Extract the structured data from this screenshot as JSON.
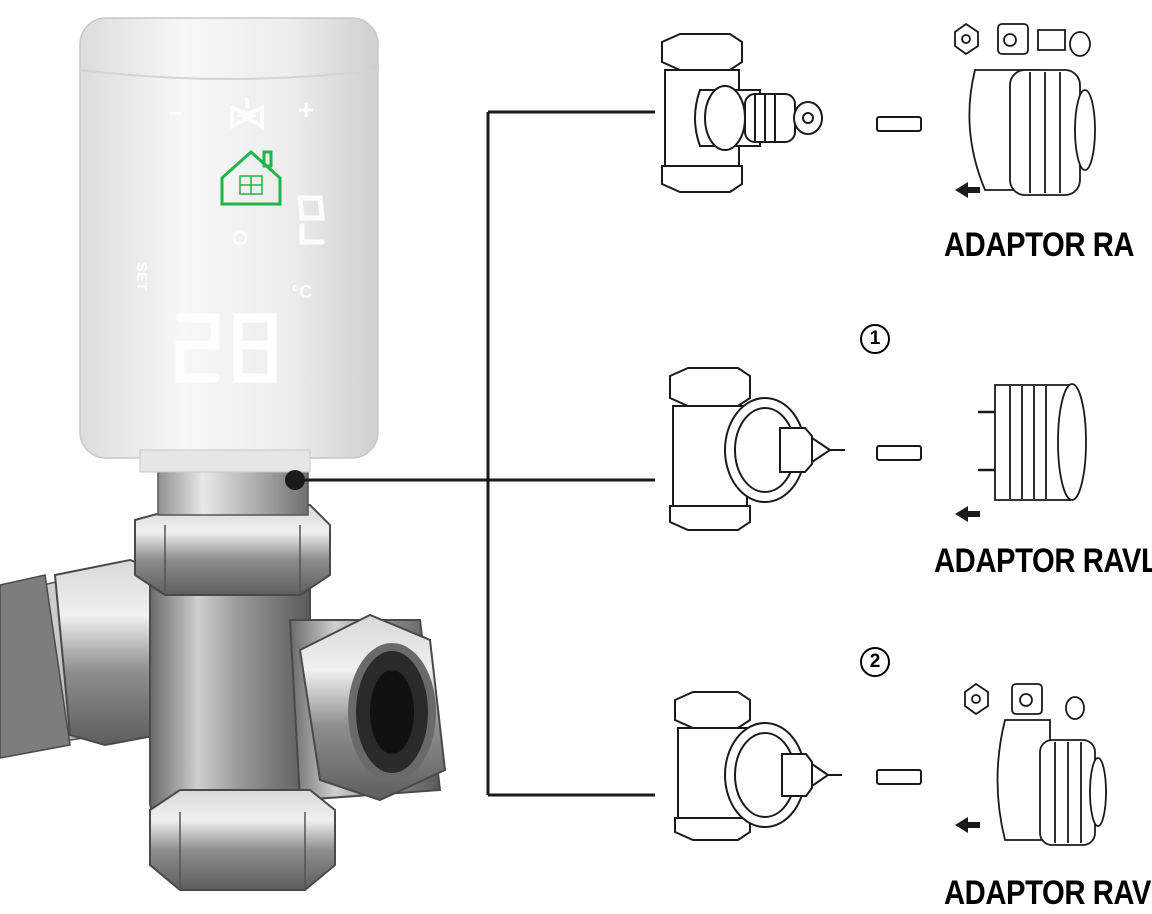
{
  "thermostat": {
    "display_label_set": "SET",
    "display_minus": "–",
    "display_plus": "+",
    "display_temperature": "28",
    "display_degree_unit": "°C",
    "led_color": "#ffffff",
    "home_icon_color": "#22b34a",
    "housing_color": "#f2f2f2"
  },
  "valve": {
    "body_color": "#8a8a8a",
    "highlight_color": "#d9d9d9"
  },
  "adaptors": [
    {
      "label": "ADAPTOR RA",
      "step": ""
    },
    {
      "label": "ADAPTOR RAVL",
      "step": "1"
    },
    {
      "label": "ADAPTOR RAV",
      "step": "2"
    }
  ],
  "connector_color": "#1a1a1a"
}
